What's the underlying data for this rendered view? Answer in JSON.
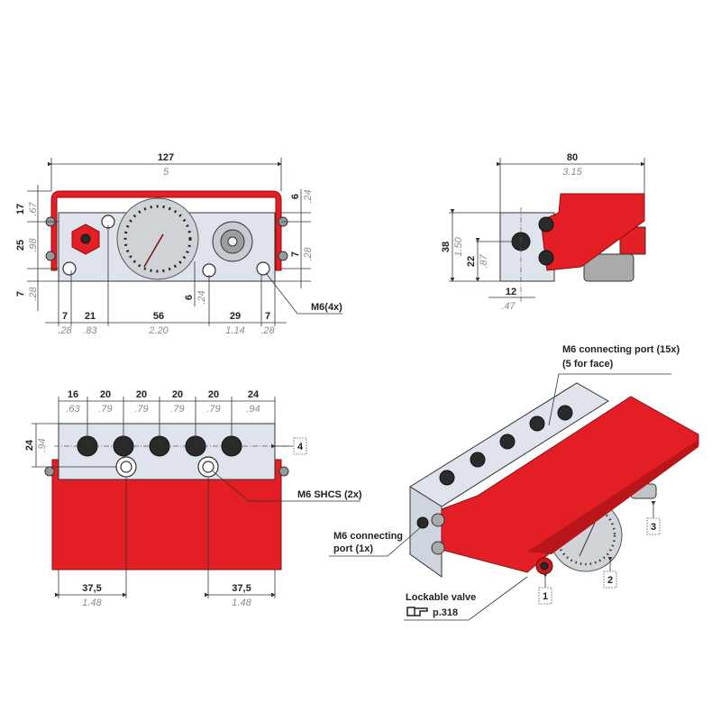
{
  "front_view": {
    "overall_width": {
      "mm": "127",
      "in": "5"
    },
    "left_dims": [
      {
        "mm": "17",
        "in": ".67"
      },
      {
        "mm": "25",
        "in": ".98"
      },
      {
        "mm": "7",
        "in": ".28"
      }
    ],
    "right_dims": [
      {
        "mm": "6",
        "in": ".24"
      },
      {
        "mm": "7",
        "in": ".28"
      }
    ],
    "hole_offset": {
      "mm": "6",
      "in": ".24"
    },
    "bottom_dims": [
      {
        "mm": "7",
        "in": ".28"
      },
      {
        "mm": "21",
        "in": ".83"
      },
      {
        "mm": "56",
        "in": "2.20"
      },
      {
        "mm": "29",
        "in": "1.14"
      },
      {
        "mm": "7",
        "in": ".28"
      }
    ],
    "callout": "M6(4x)"
  },
  "side_view": {
    "overall_width": {
      "mm": "80",
      "in": "3.15"
    },
    "height": {
      "mm": "38",
      "in": "1.50"
    },
    "port_height": {
      "mm": "22",
      "in": ".87"
    },
    "port_offset": {
      "mm": "12",
      "in": ".47"
    }
  },
  "top_view": {
    "spacing_dims": [
      {
        "mm": "16",
        "in": ".63"
      },
      {
        "mm": "20",
        "in": ".79"
      },
      {
        "mm": "20",
        "in": ".79"
      },
      {
        "mm": "20",
        "in": ".79"
      },
      {
        "mm": "20",
        "in": ".79"
      },
      {
        "mm": "24",
        "in": ".94"
      }
    ],
    "depth": {
      "mm": "24",
      "in": ".94"
    },
    "ref_number": "4",
    "callout": "M6 SHCS (2x)",
    "bottom_dims": [
      {
        "mm": "37,5",
        "in": "1.48"
      },
      {
        "mm": "37,5",
        "in": "1.48"
      }
    ]
  },
  "iso_view": {
    "port_callout_line1": "M6 connecting port (15x)",
    "port_callout_line2": "(5 for face)",
    "side_port_line1": "M6 connecting",
    "side_port_line2": "port (1x)",
    "valve_label": "Lockable valve",
    "valve_ref": "p.318",
    "refs": [
      "1",
      "2",
      "3"
    ]
  },
  "colors": {
    "accent_red": "#e31e24",
    "block_gray": "#dfe4ec"
  }
}
